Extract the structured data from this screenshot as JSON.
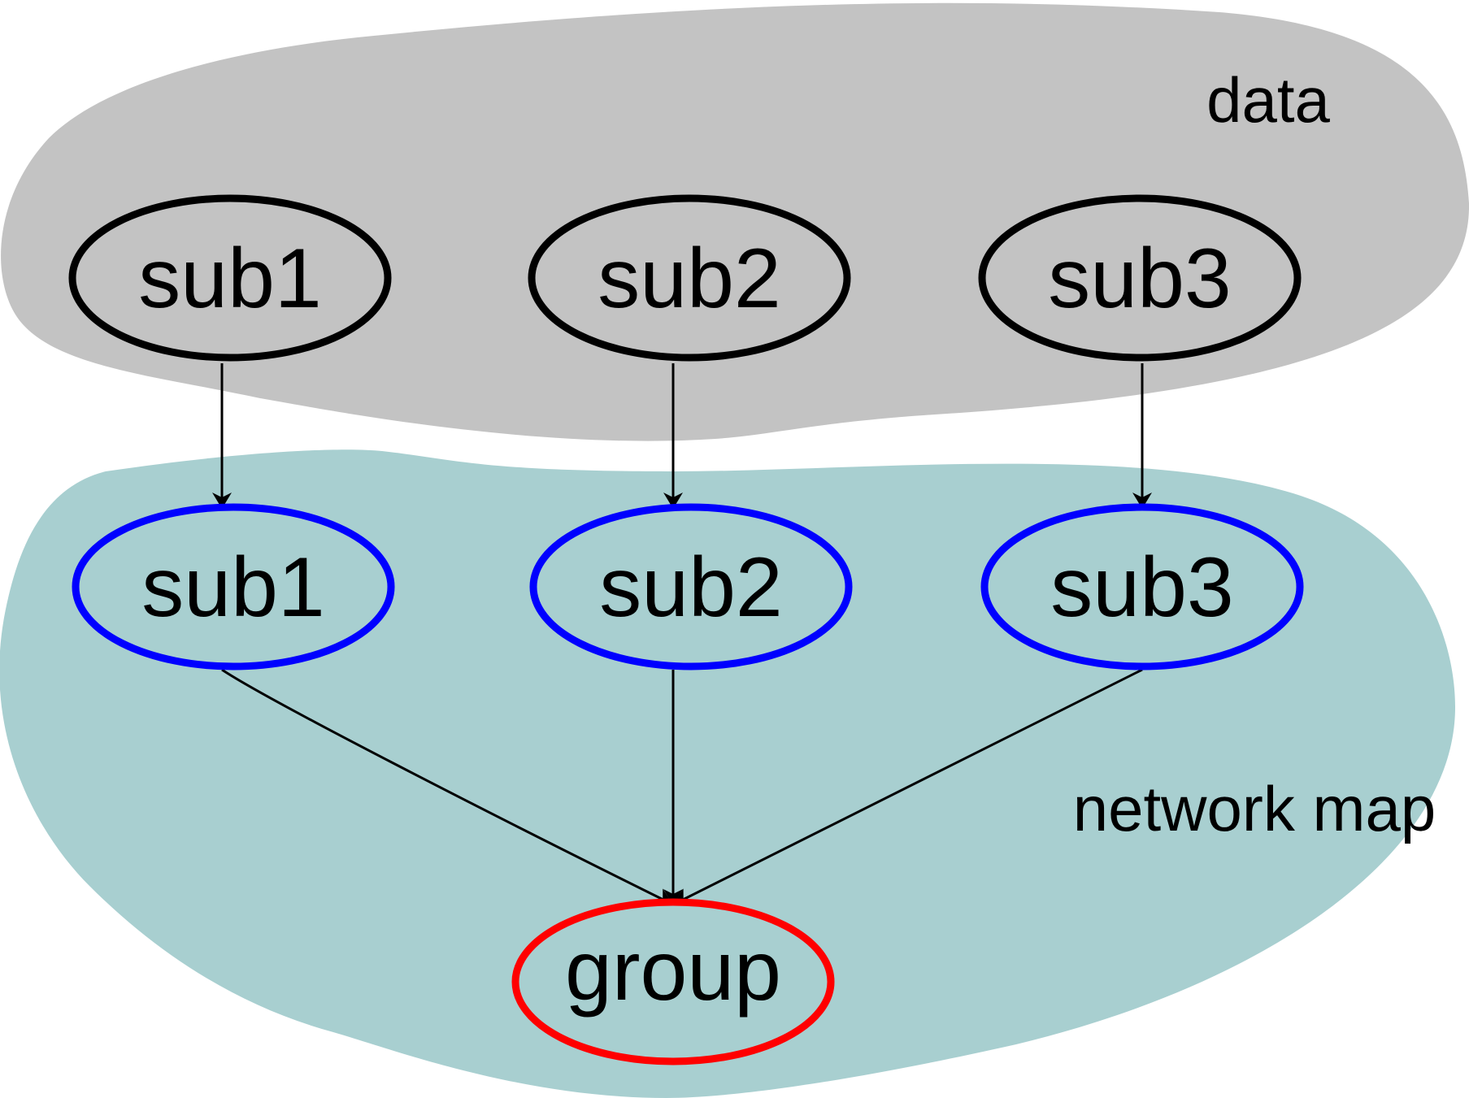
{
  "colors": {
    "cluster_data_fill": "#c3c3c3",
    "cluster_network_fill": "#a8cfd0",
    "data_node_stroke": "#000000",
    "network_node_stroke": "#0000ff",
    "group_node_stroke": "#ff0000",
    "edge": "#000000"
  },
  "clusters": {
    "data": {
      "label": "data"
    },
    "network_map": {
      "label": "network map"
    }
  },
  "nodes": {
    "data_sub1": {
      "label": "sub1"
    },
    "data_sub2": {
      "label": "sub2"
    },
    "data_sub3": {
      "label": "sub3"
    },
    "net_sub1": {
      "label": "sub1"
    },
    "net_sub2": {
      "label": "sub2"
    },
    "net_sub3": {
      "label": "sub3"
    },
    "group": {
      "label": "group"
    }
  },
  "edges": [
    {
      "from": "data_sub1",
      "to": "net_sub1"
    },
    {
      "from": "data_sub2",
      "to": "net_sub2"
    },
    {
      "from": "data_sub3",
      "to": "net_sub3"
    },
    {
      "from": "net_sub1",
      "to": "group"
    },
    {
      "from": "net_sub2",
      "to": "group"
    },
    {
      "from": "net_sub3",
      "to": "group"
    }
  ]
}
